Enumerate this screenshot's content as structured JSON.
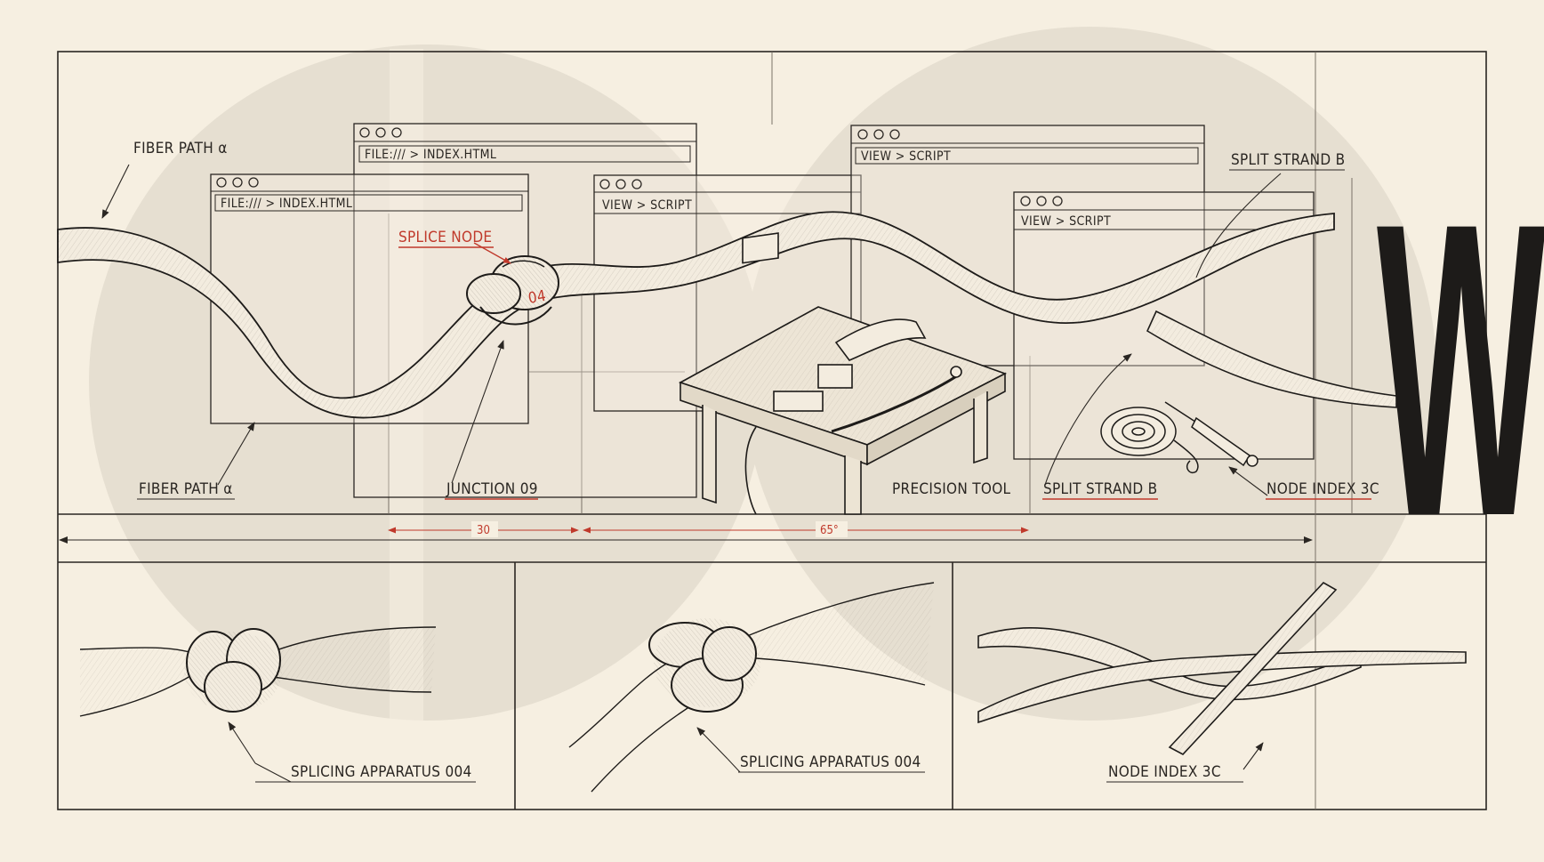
{
  "colors": {
    "background": "#f6efe1",
    "circle": "#e6dfd1",
    "ink": "#2a2622",
    "accent_red": "#c0392b",
    "ribbon_fill": "#f3ecdf"
  },
  "windows": [
    {
      "title": "FILE:/// > INDEX.HTML",
      "icon": "traffic-light-dots"
    },
    {
      "title": "FILE:/// > INDEX.HTML",
      "icon": "traffic-light-dots"
    },
    {
      "title": "VIEW > SCRIPT",
      "icon": "traffic-light-dots"
    },
    {
      "title": "VIEW > SCRIPT",
      "icon": "traffic-light-dots"
    },
    {
      "title": "VIEW > SCRIPT",
      "icon": "traffic-light-dots"
    }
  ],
  "labels": {
    "fiber_path_top": "FIBER PATH α",
    "fiber_path_bottom": "FIBER PATH α",
    "splice_node": "SPLICE NODE",
    "junction": "JUNCTION 09",
    "precision_tool": "PRECISION TOOL",
    "split_strand_top": "SPLIT STRAND B",
    "split_strand_bottom": "SPLIT STRAND B",
    "node_index_top": "NODE INDEX 3C",
    "knot_mark": "04"
  },
  "dimensions": {
    "dim_a": "30",
    "dim_b": "65°"
  },
  "panels": [
    {
      "label": "SPLICING APPARATUS 004"
    },
    {
      "label": "SPLICING APPARATUS 004"
    },
    {
      "label": "NODE INDEX 3C"
    }
  ],
  "headline_fragment": "W"
}
